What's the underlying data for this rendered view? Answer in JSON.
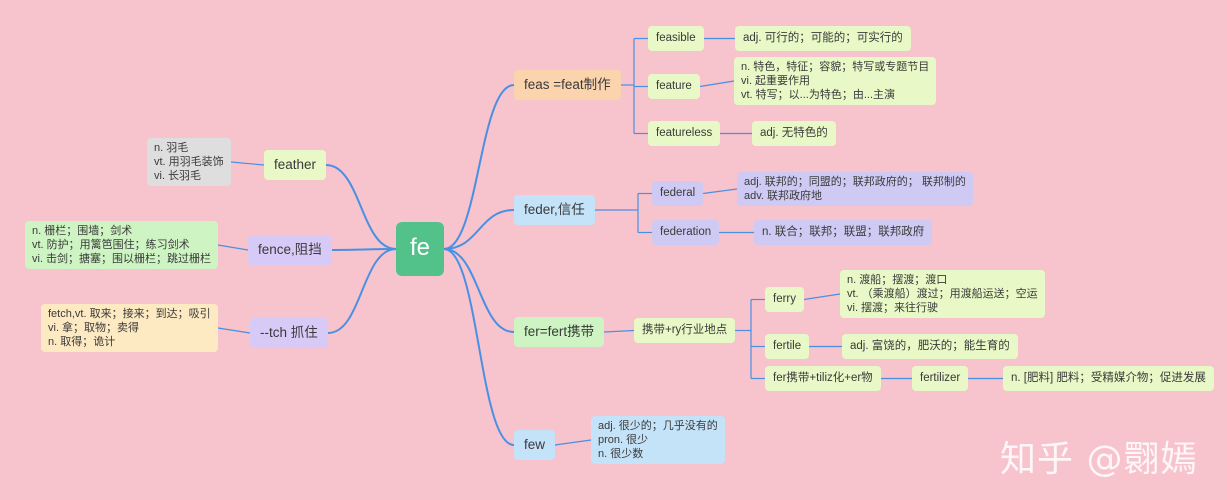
{
  "center": {
    "label": "fe"
  },
  "left": [
    {
      "label": "feather",
      "note": [
        "n. 羽毛",
        "vt. 用羽毛装饰",
        "vi. 长羽毛"
      ]
    },
    {
      "label": "fence,阻挡",
      "note": [
        "n. 栅栏；围墙；剑术",
        "vt. 防护；用篱笆围住；练习剑术",
        "vi. 击剑；搪塞；围以栅栏；跳过栅栏"
      ]
    },
    {
      "label": "--tch 抓住",
      "note": [
        "fetch,vt. 取来；接来；到达；吸引",
        "vi. 拿；取物；卖得",
        "n. 取得；诡计"
      ]
    }
  ],
  "right": {
    "feas": {
      "label": "feas =feat制作",
      "children": [
        {
          "label": "feasible",
          "note": [
            "adj. 可行的；可能的；可实行的"
          ]
        },
        {
          "label": "feature",
          "note": [
            "n. 特色，特征；容貌；特写或专题节目",
            "vi. 起重要作用",
            "vt. 特写；以...为特色；由...主演"
          ]
        },
        {
          "label": "featureless",
          "note": [
            "adj. 无特色的"
          ]
        }
      ]
    },
    "feder": {
      "label": "feder,信任",
      "children": [
        {
          "label": "federal",
          "note": [
            "adj. 联邦的；同盟的；联邦政府的；  联邦制的",
            "adv. 联邦政府地"
          ]
        },
        {
          "label": "federation",
          "note": [
            "n. 联合；联邦；联盟；联邦政府"
          ]
        }
      ]
    },
    "fer": {
      "label": "fer=fert携带",
      "mid": "携带+ry行业地点",
      "children": [
        {
          "label": "ferry",
          "note": [
            "n. 渡船；摆渡；渡口",
            "vt. （乘渡船）渡过；用渡船运送；空运",
            "vi. 摆渡；来往行驶"
          ]
        },
        {
          "label": "fertile",
          "note": [
            "adj. 富饶的，肥沃的；能生育的"
          ]
        },
        {
          "label": "fer携带+tiliz化+er物",
          "sub": "fertilizer",
          "note": [
            "n. [肥料] 肥料；受精媒介物；促进发展"
          ]
        }
      ]
    },
    "few": {
      "label": "few",
      "note": [
        "adj. 很少的；几乎没有的",
        "pron. 很少",
        "n. 很少数"
      ]
    }
  },
  "watermark": "知乎 @翾嫣",
  "colors": {
    "background": "#f7c3cd",
    "center": "#52c28a",
    "link": "#4a90e2"
  }
}
